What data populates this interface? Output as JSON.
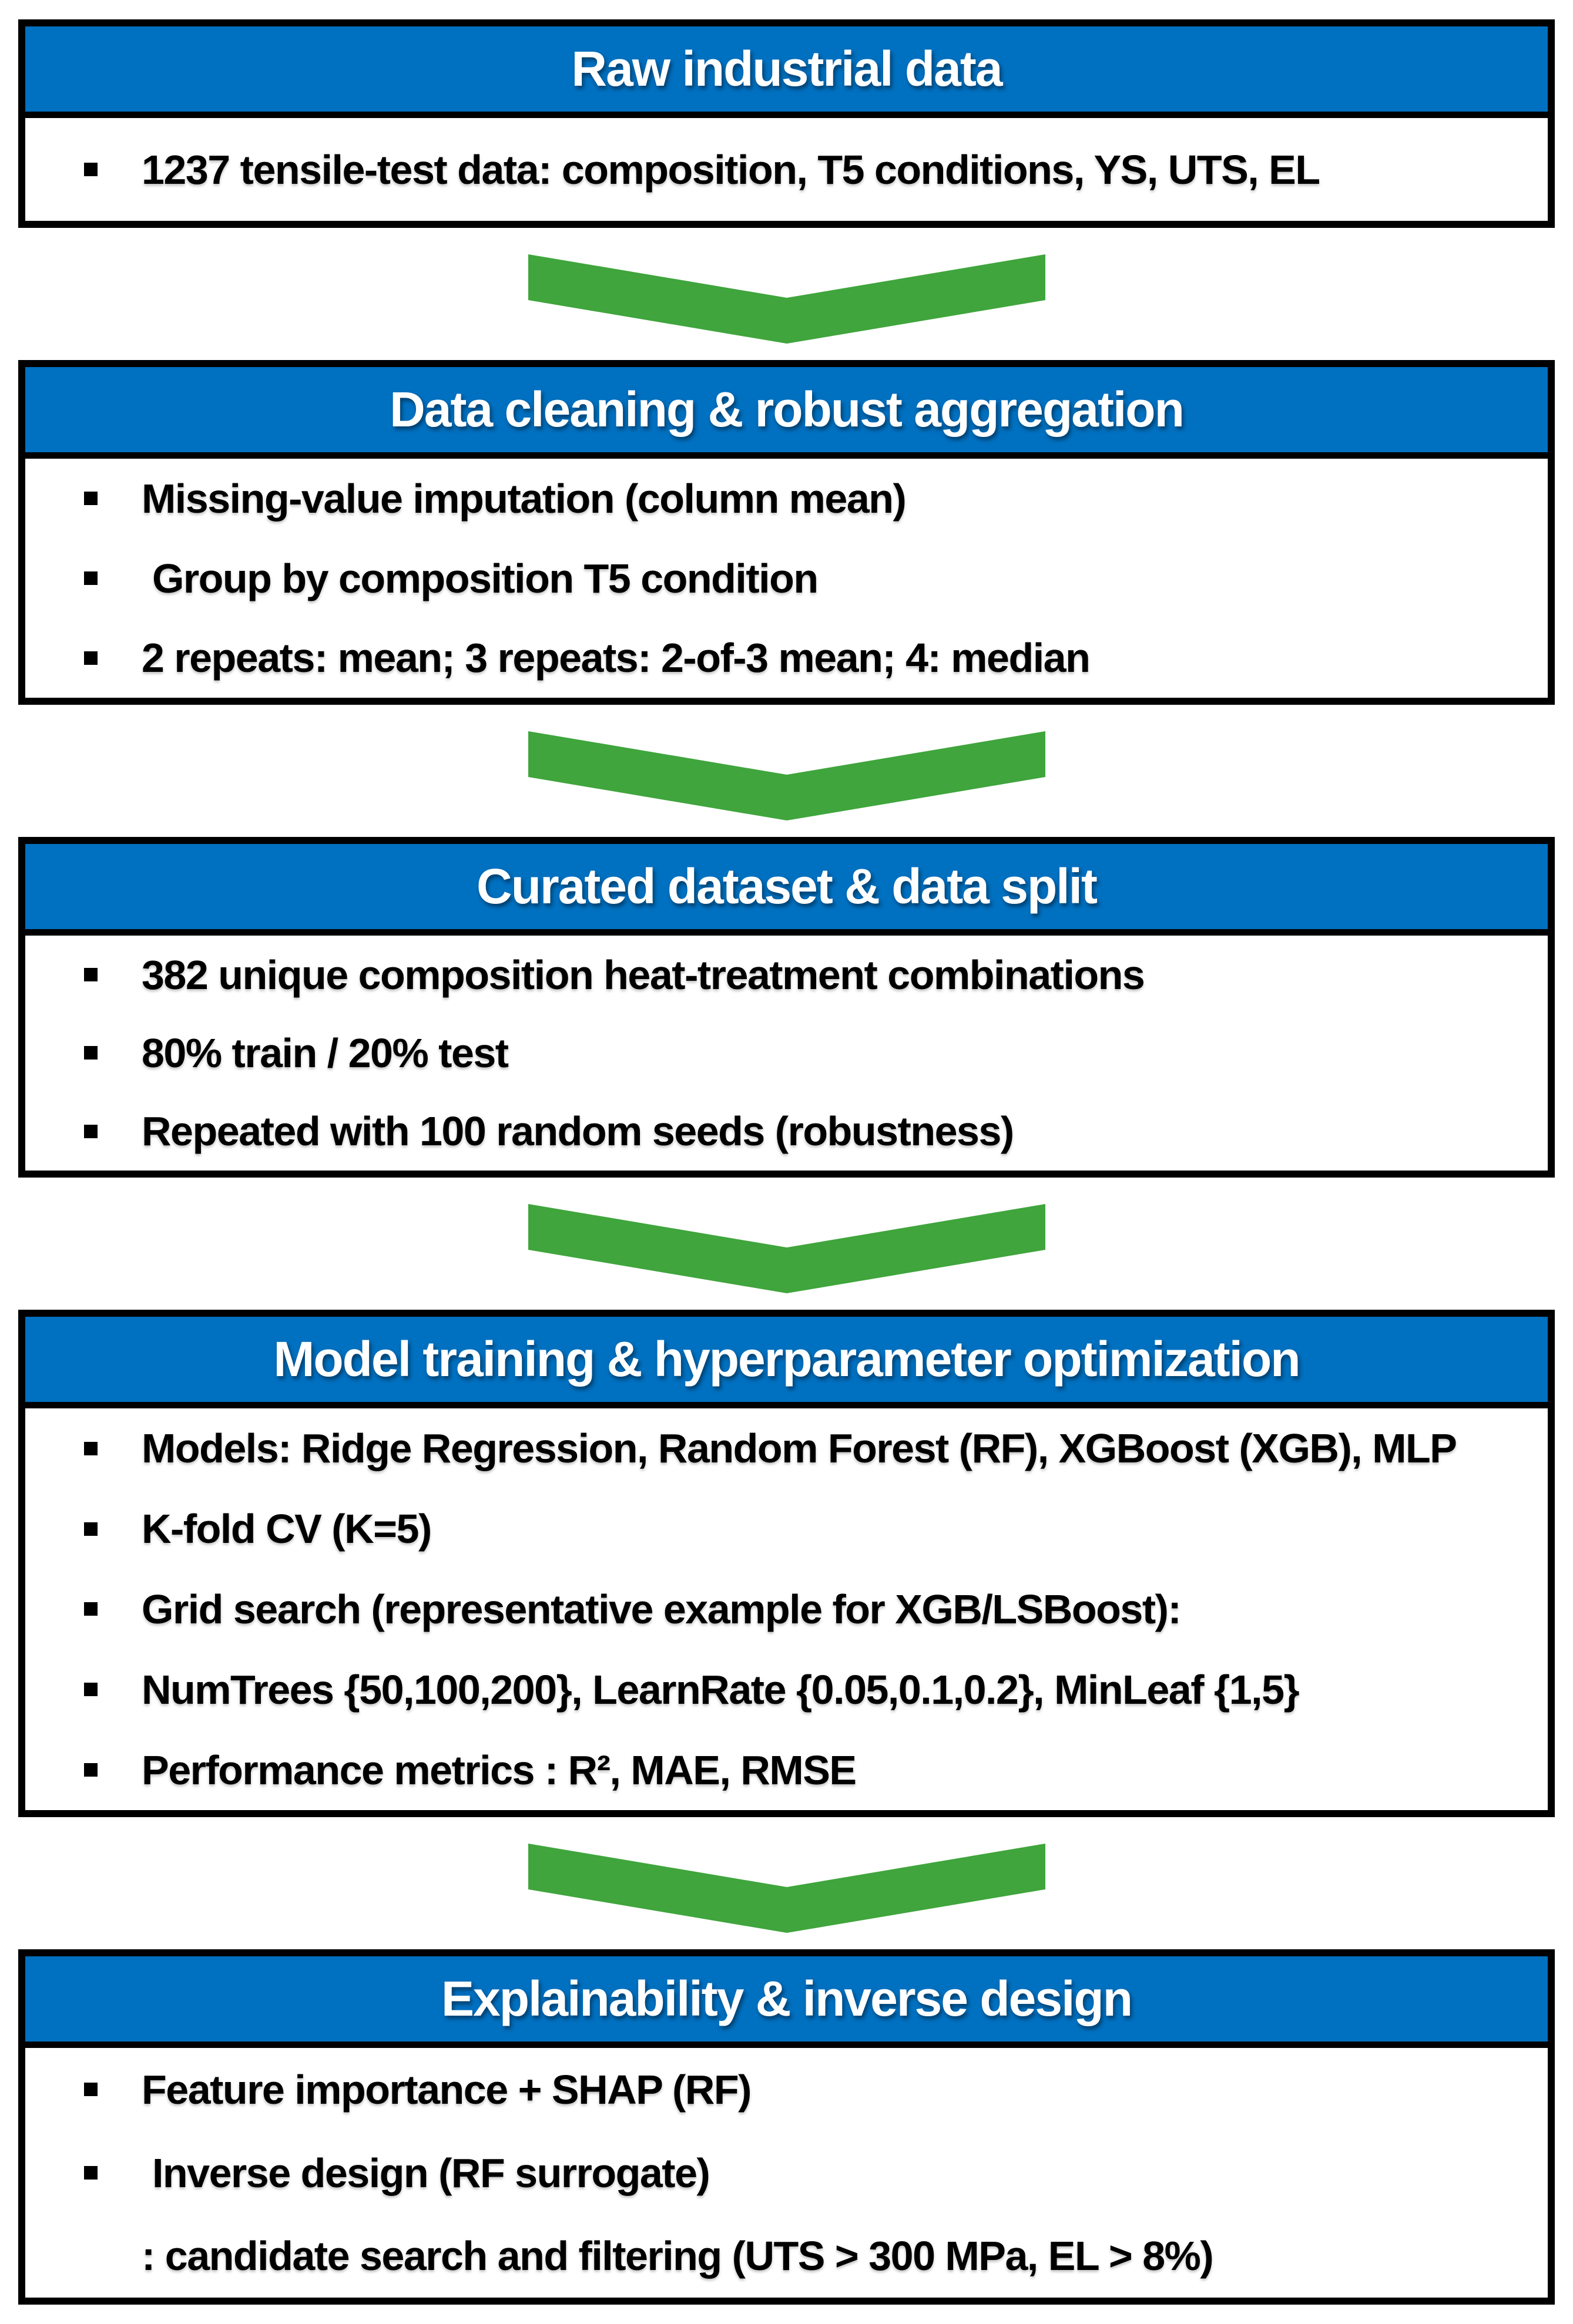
{
  "colors": {
    "header_blue": "#0070C0",
    "arrow_green": "#3FA53C",
    "border_black": "#000000",
    "header_text": "#ffffff",
    "body_text": "#000000"
  },
  "icons": {
    "flow_arrow": "chevron-down",
    "bullet_marker": "black-square"
  },
  "sections": [
    {
      "title": "Raw industrial data",
      "bullets": [
        {
          "text": "1237 tensile-test data: composition, T5 conditions, YS, UTS, EL"
        }
      ]
    },
    {
      "title": "Data cleaning & robust aggregation",
      "bullets": [
        {
          "text": "Missing-value imputation (column mean)"
        },
        {
          "text": " Group by composition T5 condition"
        },
        {
          "text": "2 repeats: mean; 3 repeats: 2-of-3 mean; 4: median"
        }
      ]
    },
    {
      "title": "Curated dataset & data split",
      "bullets": [
        {
          "text": "382 unique composition heat-treatment combinations"
        },
        {
          "text": "80% train / 20% test"
        },
        {
          "text": "Repeated with 100 random seeds (robustness)"
        }
      ]
    },
    {
      "title": "Model training & hyperparameter optimization",
      "bullets": [
        {
          "text": "Models: Ridge Regression, Random Forest (RF), XGBoost (XGB), MLP"
        },
        {
          "text": "K-fold CV (K=5)"
        },
        {
          "text": "Grid search (representative example for XGB/LSBoost):"
        },
        {
          "text": "NumTrees {50,100,200}, LearnRate {0.05,0.1,0.2}, MinLeaf {1,5}"
        },
        {
          "text": "Performance metrics : R², MAE, RMSE"
        }
      ]
    },
    {
      "title": "Explainability & inverse design",
      "bullets": [
        {
          "text": "Feature importance + SHAP (RF)"
        },
        {
          "text": " Inverse design (RF surrogate)"
        },
        {
          "text": ": candidate search and filtering (UTS > 300 MPa, EL > 8%)"
        }
      ]
    }
  ]
}
